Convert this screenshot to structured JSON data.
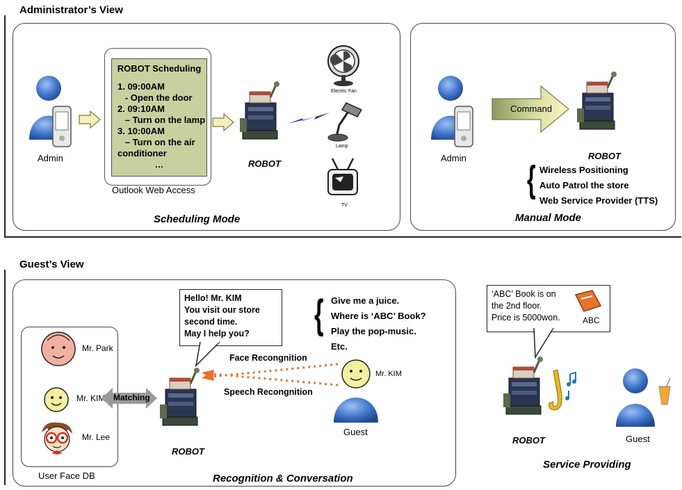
{
  "admin_view": {
    "title": "Administrator’s View",
    "scheduling": {
      "caption": "Scheduling Mode",
      "admin_label": "Admin",
      "owa_label": "Outlook Web Access",
      "schedule_title": "ROBOT Scheduling",
      "schedule_lines": [
        "1. 09:00AM",
        "   - Open the door",
        "2. 09:10AM",
        "   – Turn on the lamp",
        "3. 10:00AM",
        "   – Turn on the air",
        "conditioner",
        "…"
      ],
      "robot_label": "ROBOT",
      "devices": [
        "Electric Fan",
        "Lamp",
        "TV"
      ]
    },
    "manual": {
      "caption": "Manual Mode",
      "admin_label": "Admin",
      "command_label": "Command",
      "robot_label": "ROBOT",
      "features": [
        "Wireless Positioning",
        "Auto Patrol the store",
        "Web Service Provider (TTS)"
      ]
    }
  },
  "guest_view": {
    "title": "Guest’s View",
    "recognition": {
      "caption": "Recognition & Conversation",
      "db_label": "User Face DB",
      "faces": [
        "Mr. Park",
        "Mr. KIM",
        "Mr. Lee"
      ],
      "matching_label": "Matching",
      "robot_label": "ROBOT",
      "speech_lines": [
        "Hello! Mr. KIM",
        "You visit our store",
        "second time.",
        "May I help you?"
      ],
      "face_recognition_label": "Face Recongnition",
      "speech_recognition_label": "Speech Recongnition",
      "guest_requests": [
        "Give me a juice.",
        "Where is ‘ABC’ Book?",
        "Play the pop-music.",
        "Etc."
      ],
      "guest_face_label": "Mr. KIM",
      "guest_label": "Guest"
    },
    "service": {
      "caption": "Service Providing",
      "speech_lines": [
        "‘ABC’ Book is on",
        "the 2nd floor.",
        "Price is 5000won."
      ],
      "book_label": "ABC",
      "robot_label": "ROBOT",
      "guest_label": "Guest"
    }
  },
  "colors": {
    "person_blue": "#3f74c9",
    "schedule_bg": "#c8d0a0",
    "arrow_fill": "#f4f2b8",
    "dotted_arrow": "#e8742a",
    "matching_arrow": "#9a9a9a",
    "robot_body": "#2a3550"
  }
}
